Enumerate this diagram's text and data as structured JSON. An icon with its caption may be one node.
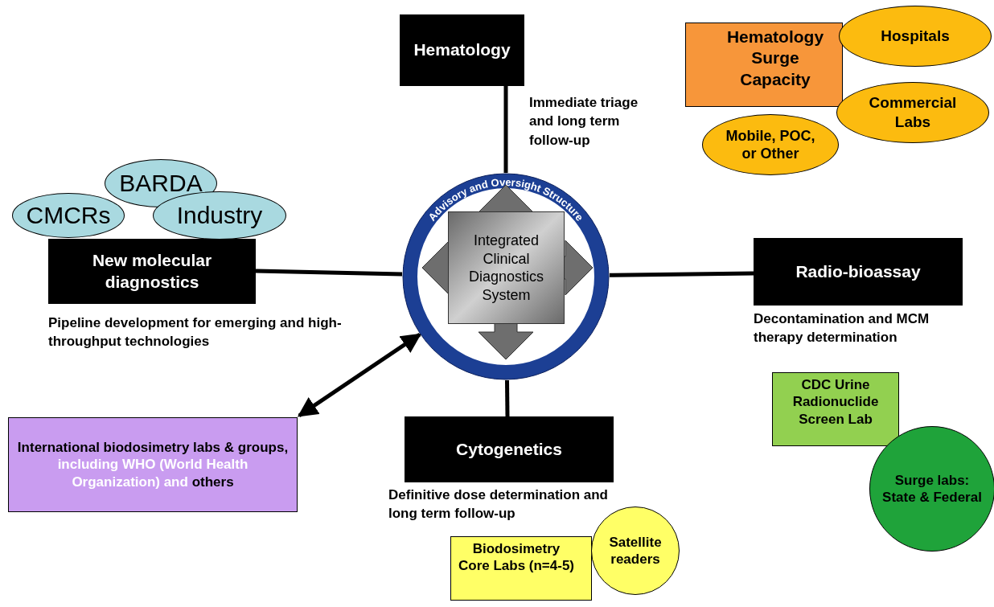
{
  "diagram": {
    "nodes": [
      {
        "text": [
          "Hematology"
        ],
        "beside": [
          "Immediate triage and long term follow-up"
        ]
      },
      {
        "text": [
          "Hematology Surge Capacity"
        ]
      },
      {
        "text": [
          "Hospitals"
        ]
      },
      {
        "text": [
          "Commercial Labs"
        ]
      },
      {
        "text": [
          "Mobile, POC, or Other"
        ]
      },
      {
        "text": [
          "BARDA"
        ]
      },
      {
        "text": [
          "CMCRs"
        ]
      },
      {
        "text": [
          "Industry"
        ]
      },
      {
        "text": [
          "New molecular diagnostics"
        ],
        "beside": [
          "Pipeline development for emerging and high-throughput technologies"
        ]
      },
      {
        "text": [
          "Advisory and Oversight Structure"
        ]
      },
      {
        "text": [
          "Integrated Clinical Diagnostics System"
        ],
        "in": 9
      },
      {
        "text": [
          "Radio-bioassay"
        ],
        "beside": [
          "Decontamination and MCM therapy determination"
        ]
      },
      {
        "text": [
          "CDC Urine Radionuclide Screen Lab"
        ]
      },
      {
        "text": [
          "Surge labs: State & Federal"
        ]
      },
      {
        "text": [
          "International biodosimetry labs & groups,",
          "including WHO (World Health Organization) and",
          "others"
        ]
      },
      {
        "text": [
          "Cytogenetics"
        ],
        "beside": [
          "Definitive dose determination and long term follow-up"
        ]
      },
      {
        "text": [
          "Biodosimetry Core Labs (n=4-5)"
        ]
      },
      {
        "text": [
          "Satellite readers"
        ]
      }
    ],
    "edges": [
      {
        "from": 9,
        "to": 0,
        "arrow": "none"
      },
      {
        "from": 9,
        "to": 8,
        "arrow": "none"
      },
      {
        "from": 9,
        "to": 11,
        "arrow": "none"
      },
      {
        "from": 9,
        "to": 15,
        "arrow": "none"
      },
      {
        "from": 14,
        "to": 9,
        "arrow": "both"
      }
    ]
  }
}
